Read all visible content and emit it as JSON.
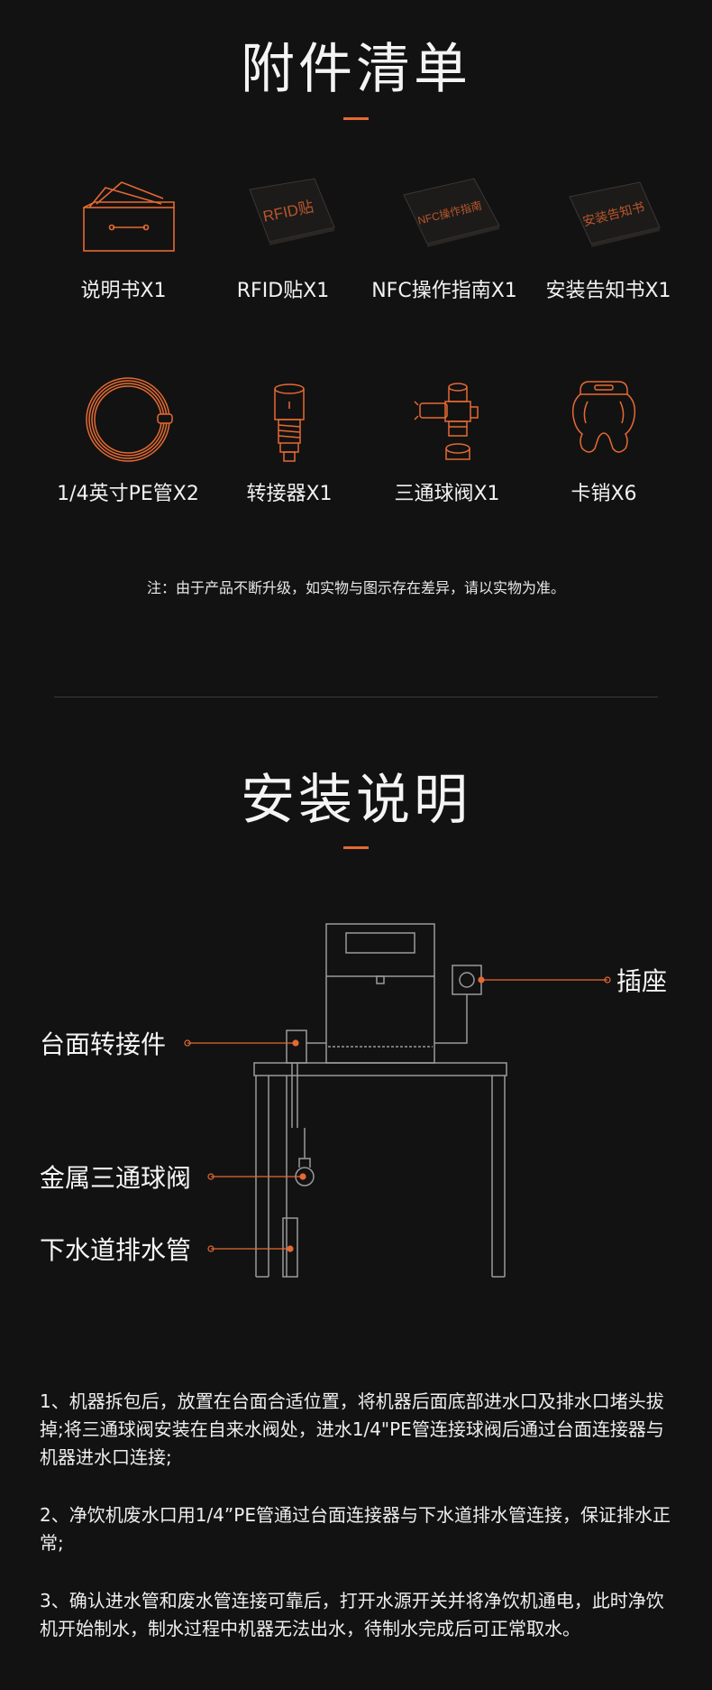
{
  "accessories": {
    "title": "附件清单",
    "items": [
      {
        "label": "说明书X1"
      },
      {
        "label": "RFID贴X1",
        "icon_text": "RFID贴"
      },
      {
        "label": "NFC操作指南X1",
        "icon_text": "NFC操作指南"
      },
      {
        "label": "安装告知书X1",
        "icon_text": "安装告知书"
      },
      {
        "label": "1/4英寸PE管X2"
      },
      {
        "label": "转接器X1"
      },
      {
        "label": "三通球阀X1"
      },
      {
        "label": "卡销X6"
      }
    ],
    "note": "注：由于产品不断升级，如实物与图示存在差异，请以实物为准。"
  },
  "installation": {
    "title": "安装说明",
    "diagram_labels": {
      "socket": "插座",
      "counter_adapter": "台面转接件",
      "metal_valve": "金属三通球阀",
      "drain_pipe": "下水道排水管"
    },
    "steps": [
      "1、机器拆包后，放置在台面合适位置，将机器后面底部进水口及排水口堵头拔掉;将三通球阀安装在自来水阀处，进水1/4\"PE管连接球阀后通过台面连接器与机器进水口连接;",
      "2、净饮机废水口用1/4”PE管通过台面连接器与下水道排水管连接，保证排水正常;",
      "3、确认进水管和废水管连接可靠后，打开水源开关并将净饮机通电，此时净饮机开始制水，制水过程中机器无法出水，待制水完成后可正常取水。"
    ]
  },
  "colors": {
    "accent": "#e46a33",
    "background": "#131212",
    "text": "#ffffff",
    "line": "#9a9a9a"
  }
}
